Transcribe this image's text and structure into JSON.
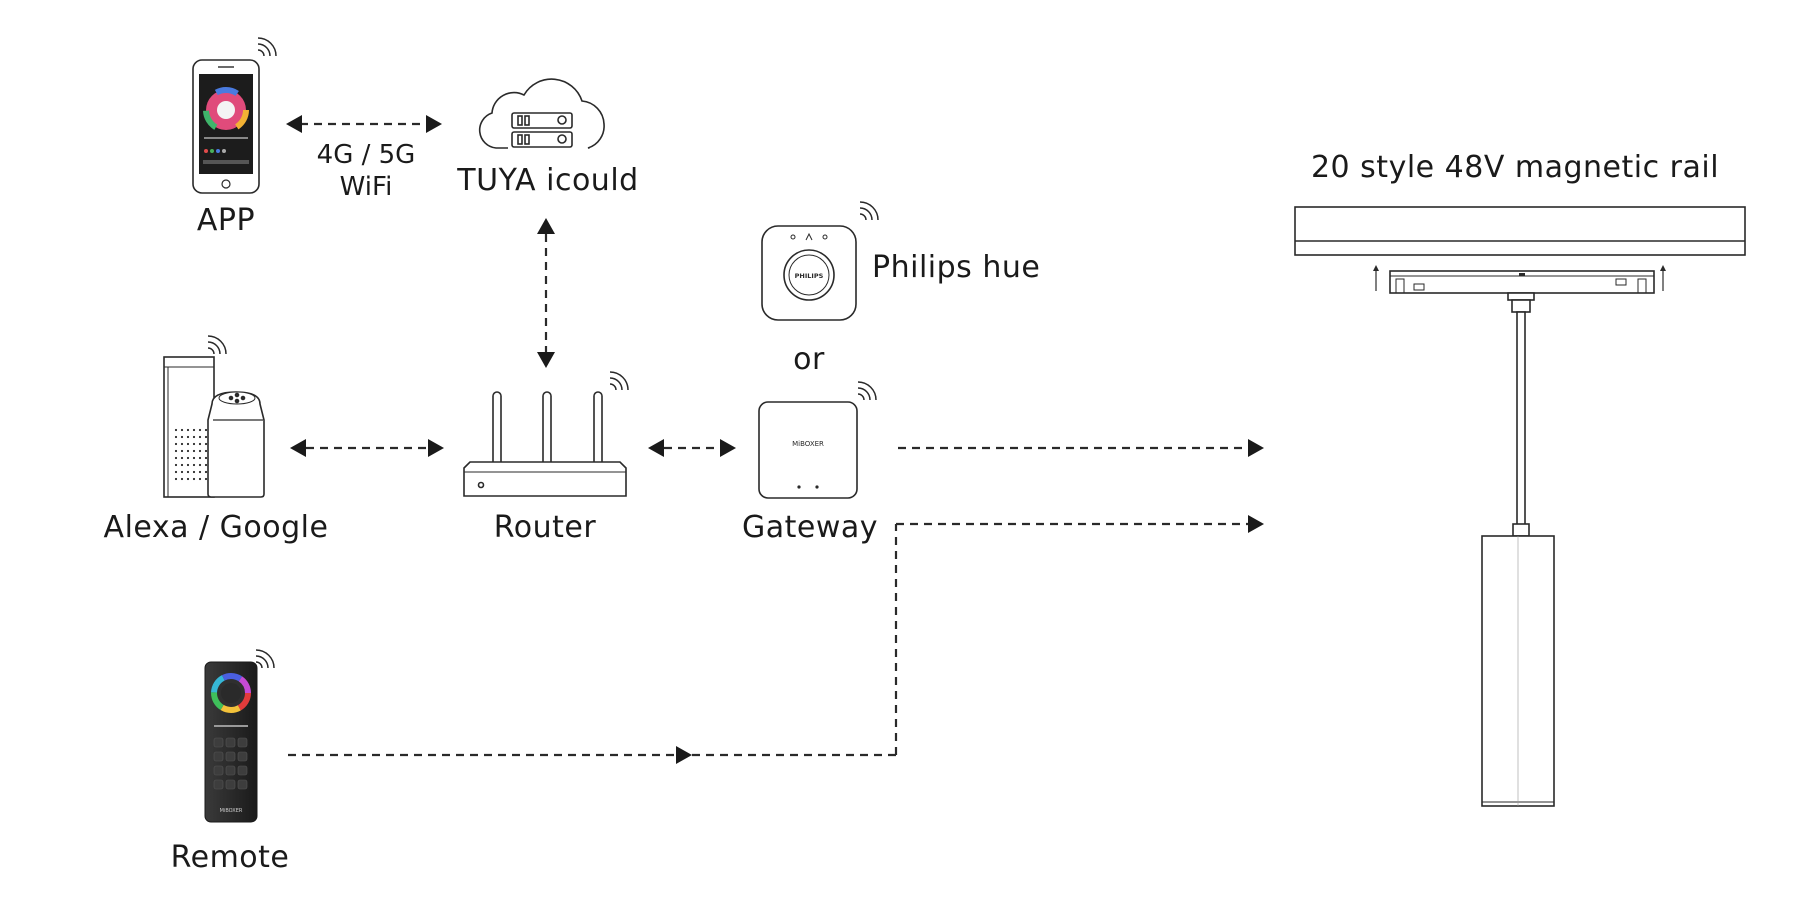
{
  "labels": {
    "app": "APP",
    "link_4g": "4G / 5G",
    "link_wifi": "WiFi",
    "cloud": "TUYA icould",
    "philips": "Philips hue",
    "or": "or",
    "rail_title": "20 style 48V magnetic rail",
    "assistants": "Alexa / Google",
    "router": "Router",
    "gateway": "Gateway",
    "remote": "Remote"
  },
  "device_print": {
    "philips_logo": "PHILIPS",
    "gateway_logo": "MiBOXER",
    "remote_logo": "MiBOXER"
  },
  "colors": {
    "stroke": "#2a2a2a",
    "phone_screen": "#1c1c1c",
    "remote_body": "#2b2b2b"
  }
}
